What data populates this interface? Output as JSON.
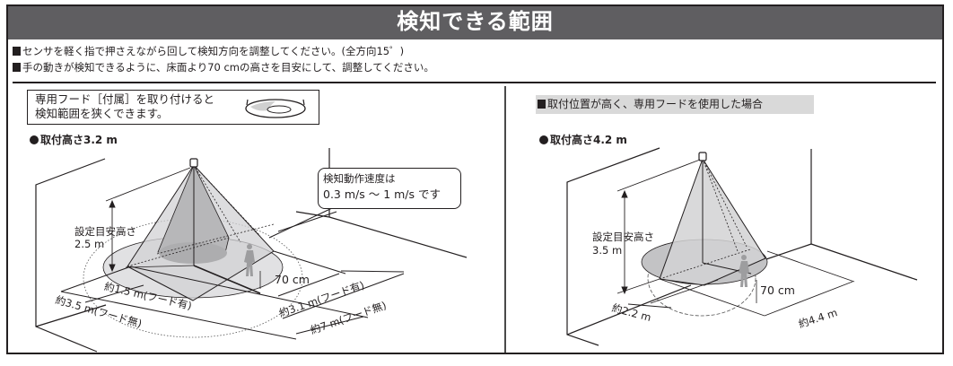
{
  "header": {
    "title": "検知できる範囲"
  },
  "notes": [
    "センサを軽く指で押さえながら回して検知方向を調整してください。(全方向15゜)",
    "手の動きが検知できるように、床面より70 cmの高さを目安にして、調整してください。"
  ],
  "left_panel": {
    "hood_note": [
      "専用フード［付属］を取り付けると",
      "検知範囲を狭くできます。"
    ],
    "hood_icon": "hood-dish-icon",
    "mount_height": "取付高さ3.2 m",
    "set_height_label": "設定目安高さ",
    "set_height_value": "2.5 m",
    "callout": [
      "検知動作速度は",
      "0.3 m/s ～ 1 m/s です"
    ],
    "hand_height": "70 cm",
    "dims": {
      "width_hood": "約1.5 m(フード有)",
      "width_nohood": "約3.5 m(フード無)",
      "depth_hood": "約3.1 m(フード有)",
      "depth_nohood": "約7 m(フード無)"
    }
  },
  "right_panel": {
    "title": "取付位置が高く、専用フードを使用した場合",
    "mount_height": "取付高さ4.2 m",
    "set_height_label": "設定目安高さ",
    "set_height_value": "3.5 m",
    "hand_height": "70 cm",
    "dims": {
      "width": "約2.2 m",
      "depth": "約4.4 m"
    }
  },
  "colors": {
    "header_bg": "#5f5e61",
    "cone_fill": "#c9c9cb",
    "cone_shadow": "#a9a9ab",
    "title_bg": "#d9d9d9"
  }
}
